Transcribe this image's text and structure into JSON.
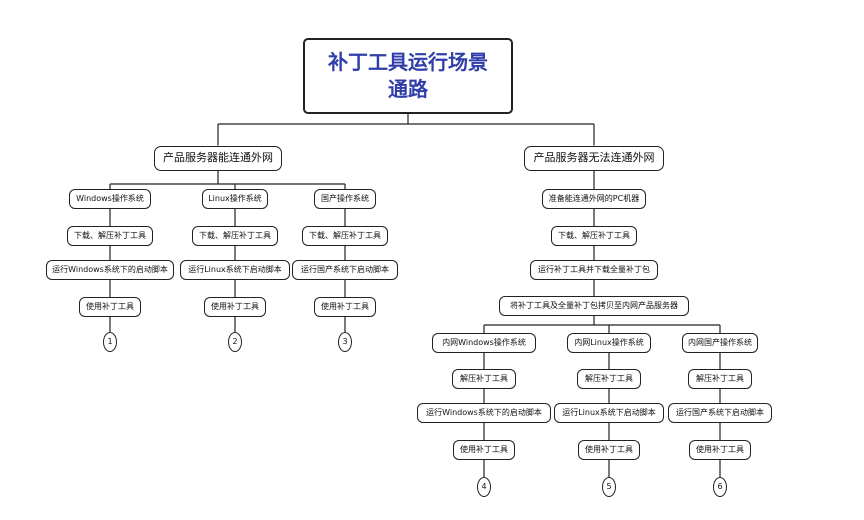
{
  "title": "补丁工具运行场景\n通路",
  "branch_a": {
    "label": "产品服务器能连通外网",
    "windows": {
      "os": "Windows操作系统",
      "step1": "下载、解压补丁工具",
      "step2": "运行Windows系统下的启动脚本",
      "step3": "使用补丁工具",
      "num": "1"
    },
    "linux": {
      "os": "Linux操作系统",
      "step1": "下载、解压补丁工具",
      "step2": "运行Linux系统下启动脚本",
      "step3": "使用补丁工具",
      "num": "2"
    },
    "domestic": {
      "os": "国产操作系统",
      "step1": "下载、解压补丁工具",
      "step2": "运行国产系统下启动脚本",
      "step3": "使用补丁工具",
      "num": "3"
    }
  },
  "branch_b": {
    "label": "产品服务器无法连通外网",
    "s1": "准备能连通外网的PC机器",
    "s2": "下载、解压补丁工具",
    "s3": "运行补丁工具并下载全量补丁包",
    "s4": "将补丁工具及全量补丁包拷贝至内网产品服务器",
    "windows": {
      "os": "内网Windows操作系统",
      "step1": "解压补丁工具",
      "step2": "运行Windows系统下的启动脚本",
      "step3": "使用补丁工具",
      "num": "4"
    },
    "linux": {
      "os": "内网Linux操作系统",
      "step1": "解压补丁工具",
      "step2": "运行Linux系统下启动脚本",
      "step3": "使用补丁工具",
      "num": "5"
    },
    "domestic": {
      "os": "内网国产操作系统",
      "step1": "解压补丁工具",
      "step2": "运行国产系统下启动脚本",
      "step3": "使用补丁工具",
      "num": "6"
    }
  }
}
